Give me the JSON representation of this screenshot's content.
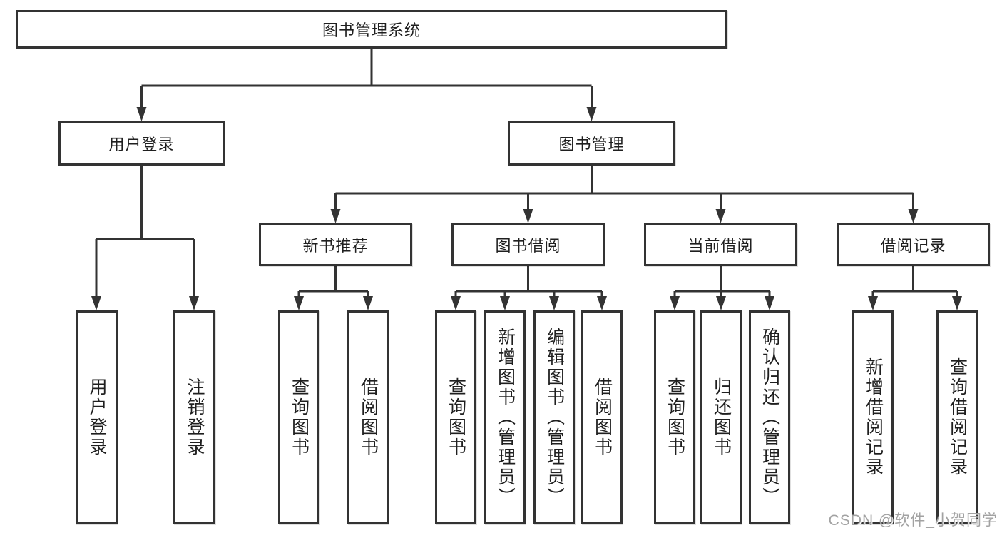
{
  "diagram": {
    "root": {
      "label": "图书管理系统"
    },
    "branches": [
      {
        "label": "用户登录",
        "children": [
          {
            "label": "用户登录"
          },
          {
            "label": "注销登录"
          }
        ]
      },
      {
        "label": "图书管理",
        "children": [
          {
            "label": "新书推荐",
            "children": [
              {
                "label": "查询图书"
              },
              {
                "label": "借阅图书"
              }
            ]
          },
          {
            "label": "图书借阅",
            "children": [
              {
                "label": "查询图书"
              },
              {
                "label": "新增图书（管理员）"
              },
              {
                "label": "编辑图书（管理员）"
              },
              {
                "label": "借阅图书"
              }
            ]
          },
          {
            "label": "当前借阅",
            "children": [
              {
                "label": "查询图书"
              },
              {
                "label": "归还图书"
              },
              {
                "label": "确认归还（管理员）"
              }
            ]
          },
          {
            "label": "借阅记录",
            "children": [
              {
                "label": "新增借阅记录"
              },
              {
                "label": "查询借阅记录"
              }
            ]
          }
        ]
      }
    ],
    "colors": {
      "line": "#333333",
      "box_border": "#333333",
      "box_background": "#ffffff",
      "text": "#1f1f1f",
      "page_background": "#ffffff",
      "watermark": "#a2a2a2"
    }
  },
  "watermark": {
    "text": "CSDN @软件_小贺同学"
  }
}
